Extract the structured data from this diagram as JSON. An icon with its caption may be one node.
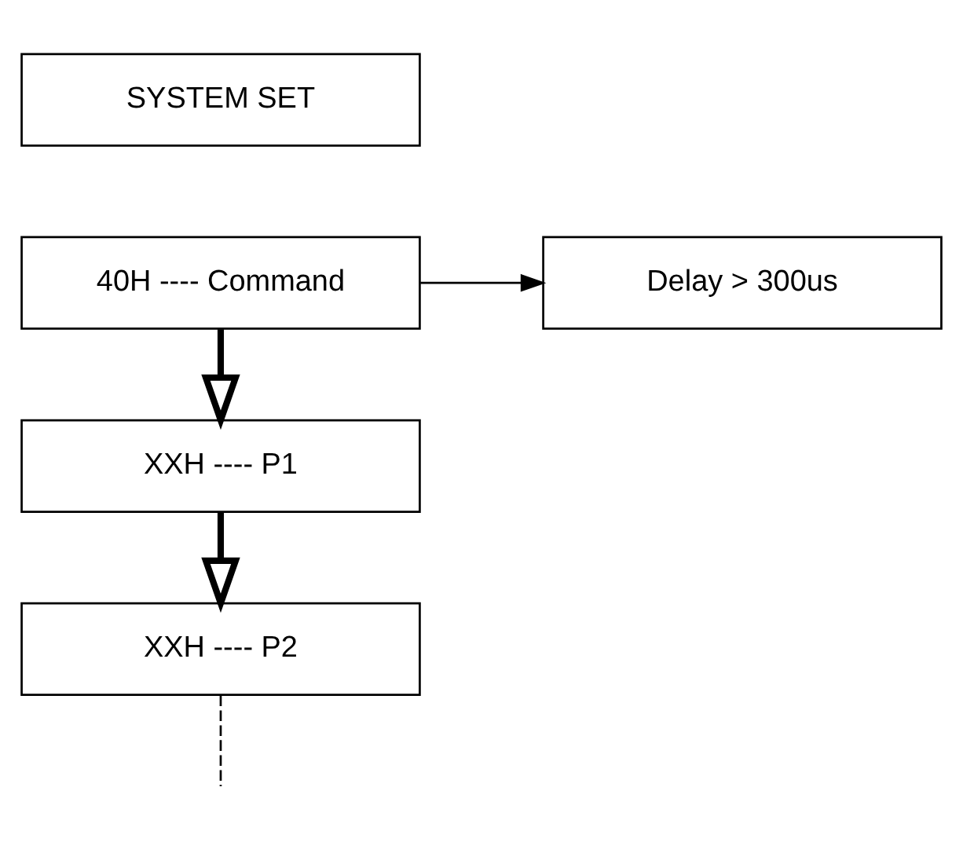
{
  "diagram": {
    "nodes": [
      {
        "text": [
          "SYSTEM SET"
        ]
      },
      {
        "text": [
          "40H ---- Command"
        ]
      },
      {
        "text": [
          "Delay > 300us"
        ]
      },
      {
        "text": [
          "XXH ---- P1"
        ]
      },
      {
        "text": [
          "XXH ---- P2"
        ]
      }
    ],
    "edges": [
      {
        "from": 1,
        "to": 3,
        "arrow": "to",
        "style": "thick"
      },
      {
        "from": 1,
        "to": 2,
        "arrow": "to"
      },
      {
        "from": 3,
        "to": 4,
        "arrow": "to",
        "style": "thick"
      },
      {
        "from": 4,
        "to": null,
        "arrow": "none",
        "style": "dashed"
      }
    ]
  }
}
